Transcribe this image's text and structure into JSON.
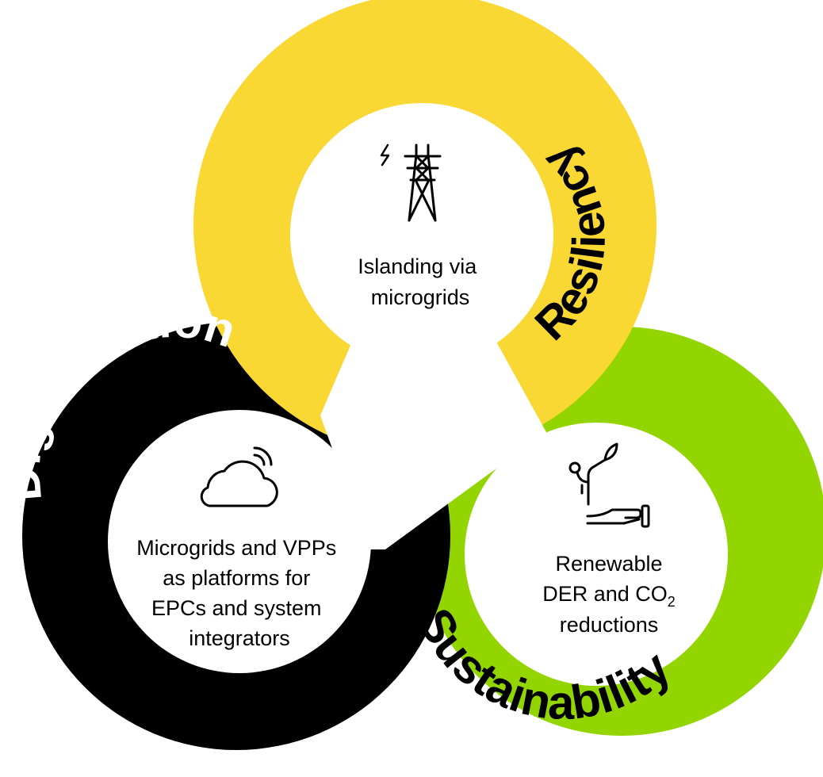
{
  "colors": {
    "resiliency": "#F9D833",
    "sustainability": "#93D500",
    "digitalization": "#000000",
    "inner_circle": "#FFFFFF",
    "ring_text_dark": "#000000",
    "ring_text_light": "#FFFFFF"
  },
  "resiliency": {
    "label": "Resiliency",
    "text_line1": "Islanding via",
    "text_line2": "microgrids",
    "icon": "transmission-tower-icon"
  },
  "sustainability": {
    "label": "Sustainability",
    "text_line1": "Renewable",
    "text_line2_prefix": "DER and CO",
    "text_line2_sub": "2",
    "text_line3": "reductions",
    "icon": "plant-in-hand-icon"
  },
  "digitalization": {
    "label": "Digitalization",
    "text_line1": "Microgrids and VPPs",
    "text_line2": "as platforms for",
    "text_line3": "EPCs and system",
    "text_line4": "integrators",
    "icon": "cloud-wifi-icon"
  }
}
